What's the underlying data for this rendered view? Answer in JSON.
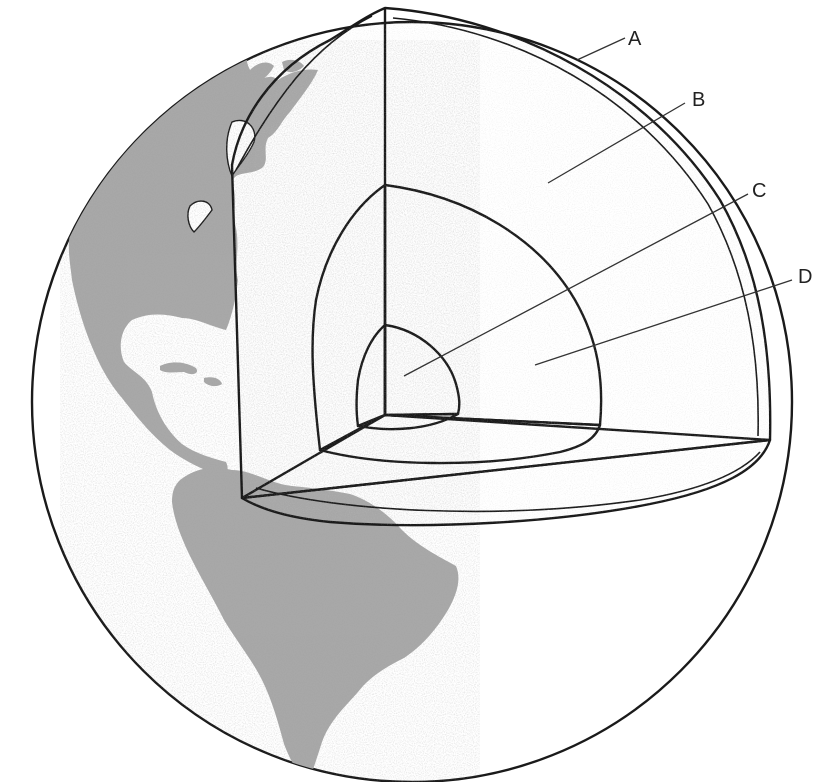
{
  "labels": [
    "A",
    "B",
    "C",
    "D"
  ],
  "colors": {
    "ink": "#1a1a1a",
    "land": "#9a9a9a",
    "layer_face": "#ececec",
    "paper": "#ffffff"
  }
}
